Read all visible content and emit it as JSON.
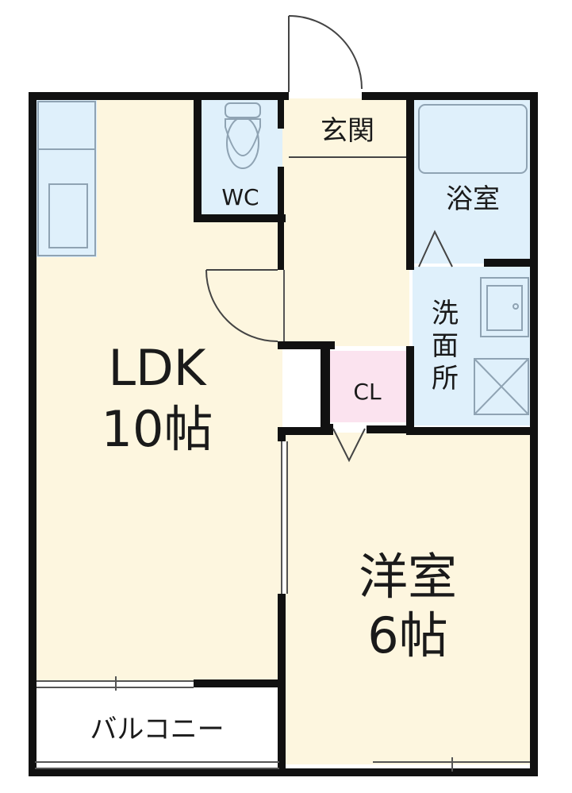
{
  "colors": {
    "floor": "#fdf6df",
    "wet_area": "#dff0fb",
    "closet": "#fbe3ef",
    "wall": "#111111",
    "fixture_line": "#8fa3b3"
  },
  "rooms": {
    "ldk": {
      "name": "LDK",
      "size": "10帖"
    },
    "western": {
      "name": "洋室",
      "size": "6帖"
    },
    "genkan": {
      "name": "玄関"
    },
    "wc": {
      "name": "WC"
    },
    "bath": {
      "name": "浴室"
    },
    "washroom": {
      "name_lines": [
        "洗",
        "面",
        "所"
      ]
    },
    "closet": {
      "name": "CL"
    },
    "balcony": {
      "name": "バルコニー"
    }
  },
  "fixtures": [
    "toilet-icon",
    "bathtub-icon",
    "kitchen-counter-icon",
    "sink-icon",
    "washing-machine-pan-icon"
  ]
}
